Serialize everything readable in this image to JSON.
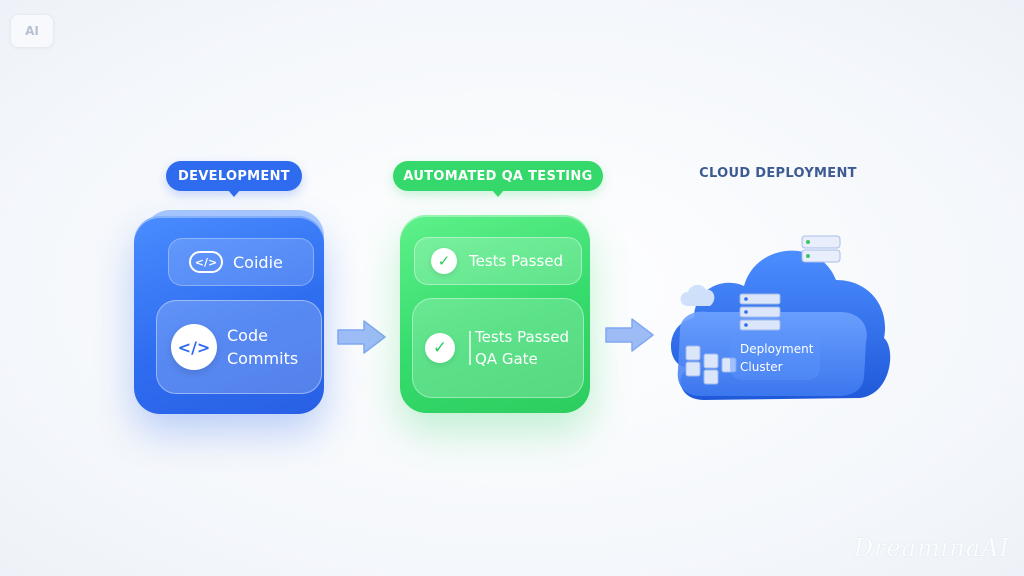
{
  "corner_badge": "AI",
  "stages": {
    "development": {
      "label": "DEVELOPMENT",
      "code_pill": {
        "icon": "</>",
        "text": "Coidie"
      },
      "commits": {
        "icon": "</>",
        "line1": "Code",
        "line2": "Commits"
      }
    },
    "qa": {
      "label": "AUTOMATED QA TESTING",
      "row1": {
        "icon": "check-icon",
        "text": "Tests Passed"
      },
      "row2": {
        "icon": "check-icon",
        "line1": "Tests Passed",
        "line2": "QA Gate"
      }
    },
    "cloud": {
      "label": "CLOUD DEPLOYMENT",
      "cluster_line1": "Deployment",
      "cluster_line2": "Cluster"
    }
  },
  "watermark": "DreaminaAI",
  "colors": {
    "dev_blue": "#2f6bee",
    "qa_green": "#35d86a",
    "cloud_blue": "#2a63e8",
    "arrow_blue": "#8fb3f5",
    "cloud_label": "#3d5a92"
  }
}
